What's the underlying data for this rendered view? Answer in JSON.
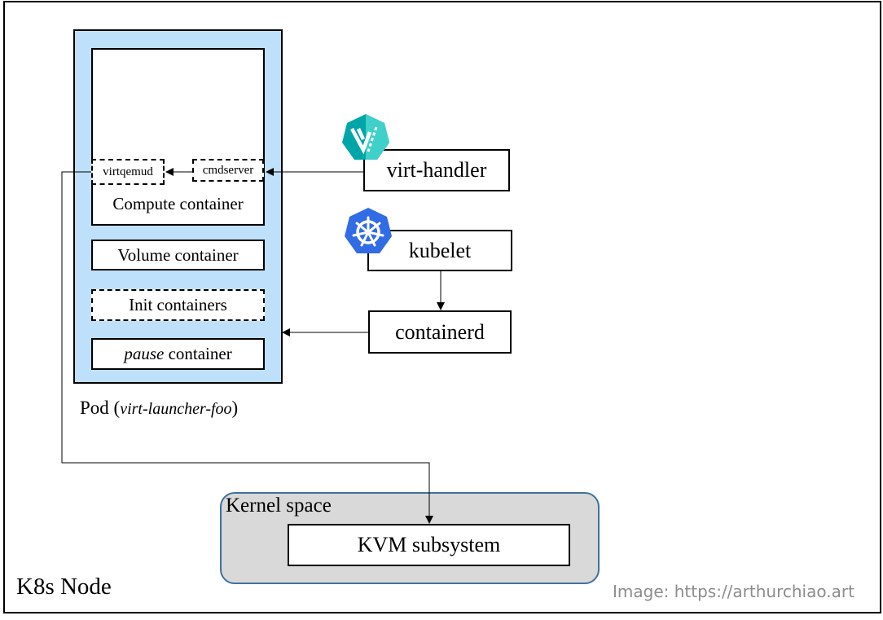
{
  "node": {
    "label": "K8s Node"
  },
  "pod": {
    "label_prefix": "Pod (",
    "label_name": "virt-launcher-foo",
    "label_suffix": ")",
    "containers": {
      "compute": "Compute container",
      "virtqemud": "virtqemud",
      "cmdserver": "cmdserver",
      "volume": "Volume container",
      "init": "Init containers",
      "pause_italic": "pause",
      "pause_rest": " container"
    }
  },
  "components": {
    "virt_handler": {
      "label": "virt-handler",
      "icon": "kubevirt-logo-icon",
      "color": "#00a5a7"
    },
    "kubelet": {
      "label": "kubelet",
      "icon": "kubernetes-logo-icon",
      "color": "#326ce5"
    },
    "containerd": {
      "label": "containerd"
    }
  },
  "kernel": {
    "label": "Kernel space",
    "kvm": "KVM subsystem"
  },
  "credit": "Image: https://arthurchiao.art",
  "colors": {
    "pod_fill": "#bfe0fb",
    "kernel_fill": "#d9d9d9",
    "kernel_border": "#41719c"
  }
}
